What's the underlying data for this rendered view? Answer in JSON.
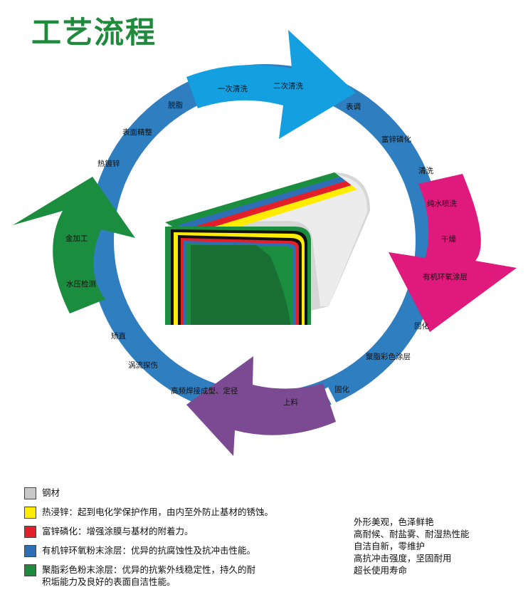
{
  "title": "工艺流程",
  "colors": {
    "ring": "#2f7ec0",
    "blue_arrow": "#139fe0",
    "pink_arrow": "#e0197d",
    "purple_arrow": "#7b4a92",
    "green_arrow": "#1b8d3f",
    "title": "#1f8a3c"
  },
  "arrows": {
    "blue": [
      "一次清洗",
      "二次清洗"
    ],
    "pink": [
      "纯水喷洗",
      "干燥",
      "有机环氧涂层"
    ],
    "purple": [
      "上料"
    ],
    "green": [
      "金加工",
      "水压检测"
    ]
  },
  "ring_steps": {
    "top_right": [
      "表调",
      "富锌磷化",
      "清洗"
    ],
    "bottom_right": [
      "固化",
      "聚脂彩色涂层",
      "固化"
    ],
    "bottom_left": [
      "矫直",
      "涡流探伤",
      "高频焊接成型、定径"
    ],
    "top_left": [
      "热镀锌",
      "表面精整",
      "脱脂"
    ]
  },
  "legend": [
    {
      "color": "#c8c8c8",
      "text": "钢材"
    },
    {
      "color": "#ffec00",
      "text": "热浸锌：起到电化学保护作用，由内至外防止基材的锈蚀。"
    },
    {
      "color": "#e3202a",
      "text": "富锌磷化：增强涂膜与基材的附着力。"
    },
    {
      "color": "#2f6db5",
      "text": "有机锌环氧粉末涂层：优异的抗腐蚀性及抗冲击性能。"
    },
    {
      "color": "#1f8a3c",
      "text": "聚脂彩色粉末涂层：优异的抗紫外线稳定性，持久的耐\n        积垢能力及良好的表面自洁性能。"
    }
  ],
  "features": [
    "外形美观，色泽鲜艳",
    "高耐候、耐盐雾、耐湿热性能",
    "自洁自新，零维护",
    "高抗冲击强度，坚固耐用",
    "超长使用寿命"
  ]
}
